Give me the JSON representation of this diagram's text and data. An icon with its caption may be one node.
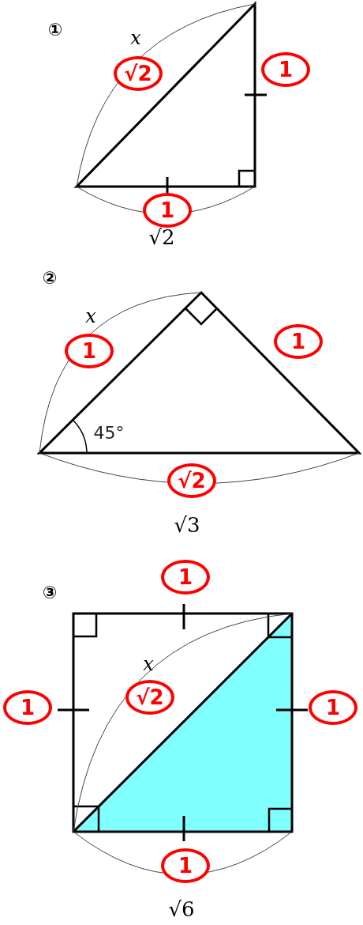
{
  "diagram": {
    "labels": [
      "①",
      "x",
      "√2",
      "1",
      "1",
      "√2",
      "②",
      "x",
      "1",
      "1",
      "45°",
      "√2",
      "√3",
      "③",
      "1",
      "1",
      "x",
      "√2",
      "1",
      "1",
      "√6"
    ]
  }
}
